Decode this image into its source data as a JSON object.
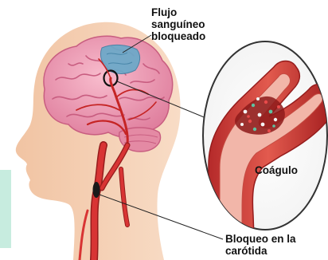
{
  "labels": {
    "blocked_flow": [
      "Flujo",
      "sanguíneo",
      "bloqueado"
    ],
    "clot": "Coágulo",
    "carotid_block": [
      "Bloqueo en la",
      "carótida"
    ]
  },
  "colors": {
    "skin": "#f6d2b5",
    "brain": "#ee9bb4",
    "brain_dark": "#c85d80",
    "ischemic_area": "#6aa9c9",
    "artery": "#d83434",
    "artery_dark": "#951c1c",
    "vessel_wall": "#e7877c",
    "inset_border": "#333333",
    "accent_panel": "#c7ecdf"
  }
}
